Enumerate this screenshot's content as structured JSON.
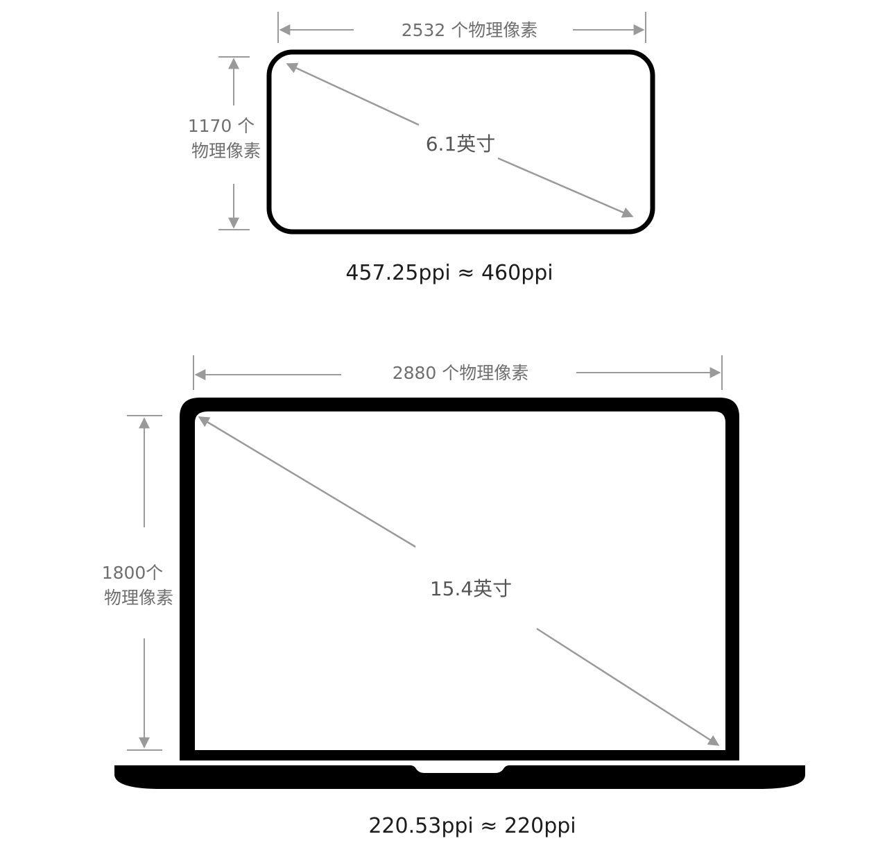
{
  "phone": {
    "width_label": "2532 个物理像素",
    "height_label_line1": "1170 个",
    "height_label_line2": "物理像素",
    "diagonal_label": "6.1英寸",
    "ppi_label": "457.25ppi ≈ 460ppi"
  },
  "laptop": {
    "width_label": "2880 个物理像素",
    "height_label_line1": "1800个",
    "height_label_line2": "物理像素",
    "diagonal_label": "15.4英寸",
    "ppi_label": "220.53ppi ≈ 220ppi"
  },
  "colors": {
    "device_frame": "#000000",
    "dimension_lines": "#9a9a9a",
    "background": "#ffffff"
  }
}
